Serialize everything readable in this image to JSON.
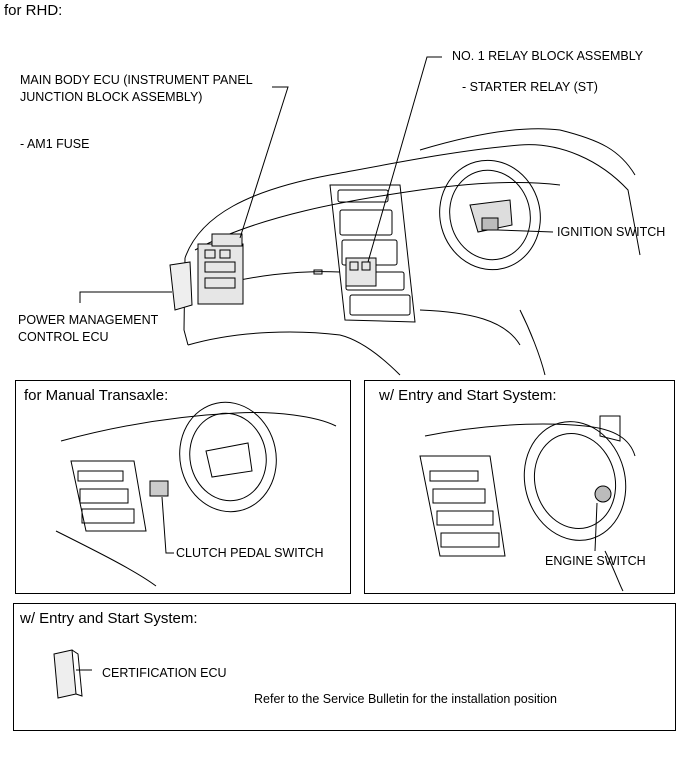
{
  "header": "for RHD:",
  "labels": {
    "main_body_ecu": "MAIN BODY ECU (INSTRUMENT PANEL",
    "main_body_ecu_2": "JUNCTION BLOCK ASSEMBLY)",
    "am1_fuse": "- AM1 FUSE",
    "relay_block": "NO. 1 RELAY BLOCK ASSEMBLY",
    "starter_relay": "- STARTER RELAY (ST)",
    "ignition_switch": "IGNITION SWITCH",
    "power_mgmt": "POWER MANAGEMENT",
    "power_mgmt_2": "CONTROL ECU"
  },
  "panels": {
    "manual": {
      "title": "for Manual Transaxle:",
      "label": "CLUTCH PEDAL SWITCH"
    },
    "entry_start": {
      "title": "w/ Entry and Start System:",
      "label": "ENGINE SWITCH"
    },
    "certification": {
      "title": "w/ Entry and Start System:",
      "label": "CERTIFICATION ECU",
      "note": "Refer to the Service Bulletin for the installation position"
    }
  }
}
